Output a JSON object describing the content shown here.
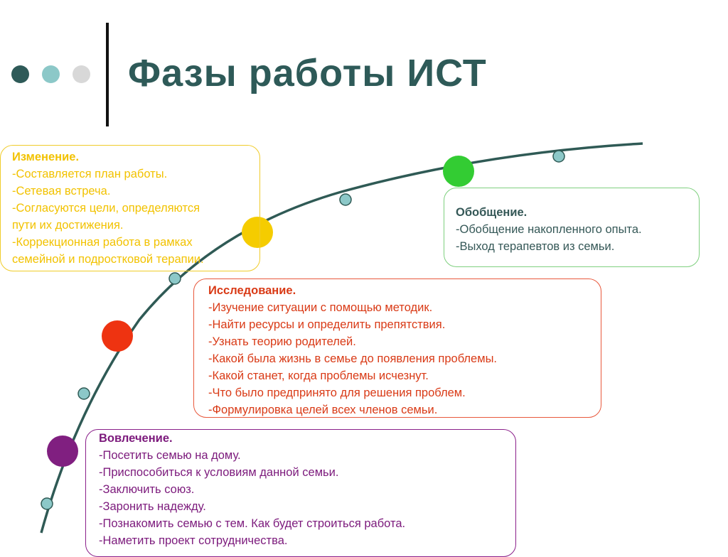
{
  "title": "Фазы работы ИСТ",
  "colors": {
    "title": "#2e5a58",
    "curve": "#2f5a55",
    "small_node": "#8cc8c8",
    "dot1": "#2e5a58",
    "dot2": "#8cc8c8",
    "dot3": "#d8d8d8",
    "change": "#f2c200",
    "general": "#33cc33",
    "research": "#ee3311",
    "engage": "#801f80"
  },
  "phases": {
    "change": {
      "heading": "Изменение.",
      "lines": [
        "-Составляется план работы.",
        "-Сетевая встреча.",
        "-Согласуются цели, определяются",
        "пути их достижения.",
        "-Коррекционная работа в рамках",
        "семейной и подростковой терапии."
      ]
    },
    "general": {
      "heading": "Обобщение.",
      "lines": [
        "-Обобщение накопленного опыта.",
        "-Выход терапевтов из семьи."
      ]
    },
    "research": {
      "heading": "Исследование.",
      "lines": [
        "-Изучение ситуации с помощью методик.",
        "-Найти ресурсы и определить препятствия.",
        "-Узнать теорию родителей.",
        "-Какой была жизнь в семье до появления проблемы.",
        "-Какой станет, когда проблемы исчезнут.",
        "-Что было предпринято для решения проблем.",
        "-Формулировка целей всех членов семьи."
      ]
    },
    "engage": {
      "heading": "Вовлечение.",
      "lines": [
        "-Посетить семью на дому.",
        "-Приспособиться к условиям данной семьи.",
        "-Заключить союз.",
        "-Заронить надежду.",
        "-Познакомить семью с тем. Как будет строиться работа.",
        "-Наметить проект сотрудничества."
      ]
    }
  }
}
